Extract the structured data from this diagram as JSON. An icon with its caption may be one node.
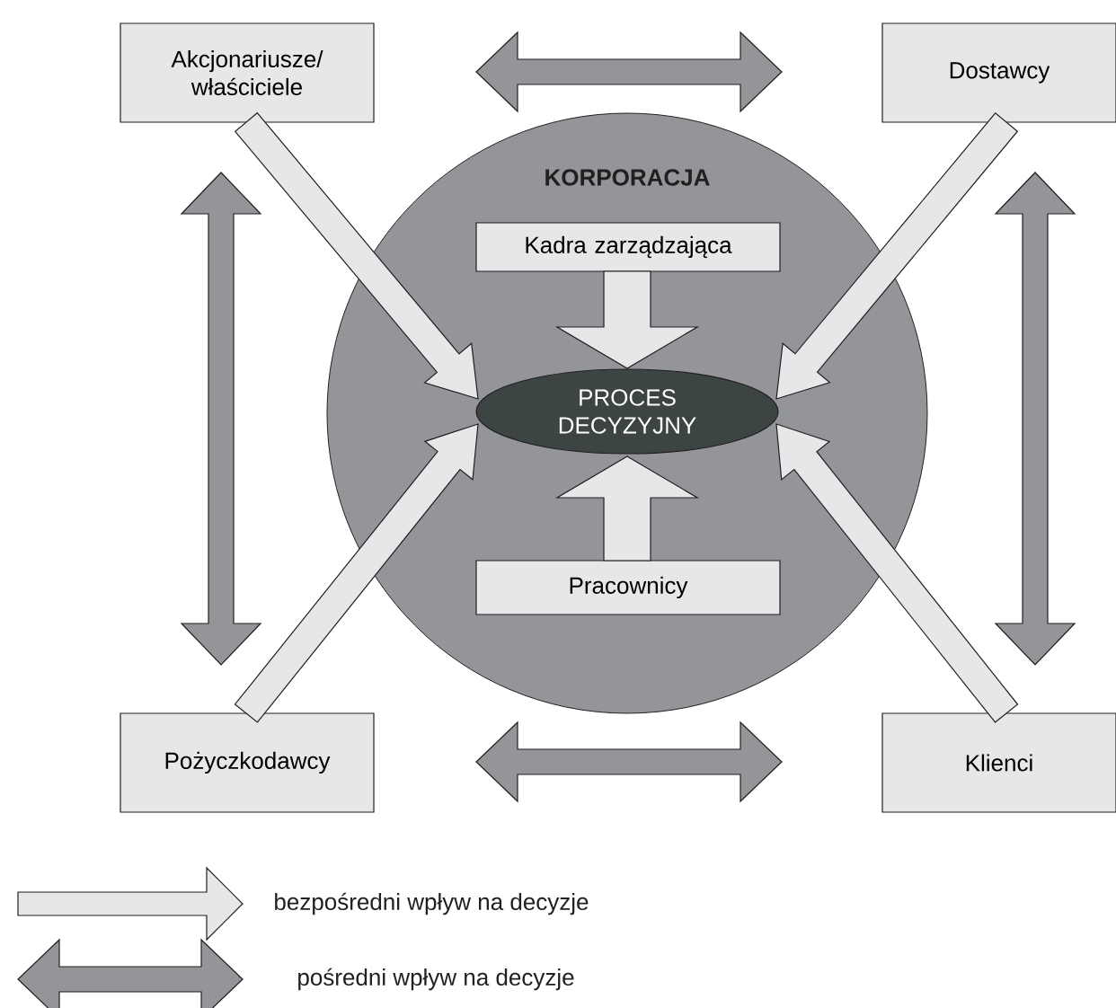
{
  "diagram": {
    "nodes": [
      {
        "text": [
          "Akcjonariusze/ właściciele"
        ]
      },
      {
        "text": [
          "Dostawcy"
        ]
      },
      {
        "text": [
          "KORPORACJA"
        ]
      },
      {
        "text": [
          "Kadra zarządzająca"
        ],
        "in": 2
      },
      {
        "text": [
          "PROCES DECYZYJNY"
        ],
        "in": 2
      },
      {
        "text": [
          "Pracownicy"
        ],
        "in": 2
      },
      {
        "text": [
          "Pożyczkodawcy"
        ]
      },
      {
        "text": [
          "Klienci"
        ]
      }
    ],
    "edges": [
      {
        "from": 0,
        "to": 4,
        "arrow": "to",
        "color": "#e6e7e8"
      },
      {
        "from": 1,
        "to": 4,
        "arrow": "to",
        "color": "#e6e7e8"
      },
      {
        "from": 3,
        "to": 4,
        "arrow": "to",
        "color": "#e6e7e8"
      },
      {
        "from": 5,
        "to": 4,
        "arrow": "to",
        "color": "#e6e7e8"
      },
      {
        "from": 6,
        "to": 4,
        "arrow": "to",
        "color": "#e6e7e8"
      },
      {
        "from": 7,
        "to": 4,
        "arrow": "to",
        "color": "#e6e7e8"
      },
      {
        "from": 0,
        "to": 1,
        "arrow": "both",
        "color": "#939598"
      },
      {
        "from": 0,
        "to": 6,
        "arrow": "both",
        "color": "#939598"
      },
      {
        "from": 1,
        "to": 7,
        "arrow": "both",
        "color": "#939598"
      },
      {
        "from": 6,
        "to": 7,
        "arrow": "both",
        "color": "#939598"
      }
    ],
    "legend": [
      {
        "text": "bezpośredni wpływ na decyzje",
        "color": "#e6e7e8"
      },
      {
        "text": "pośredni wpływ na decyzje",
        "color": "#939598"
      }
    ]
  }
}
